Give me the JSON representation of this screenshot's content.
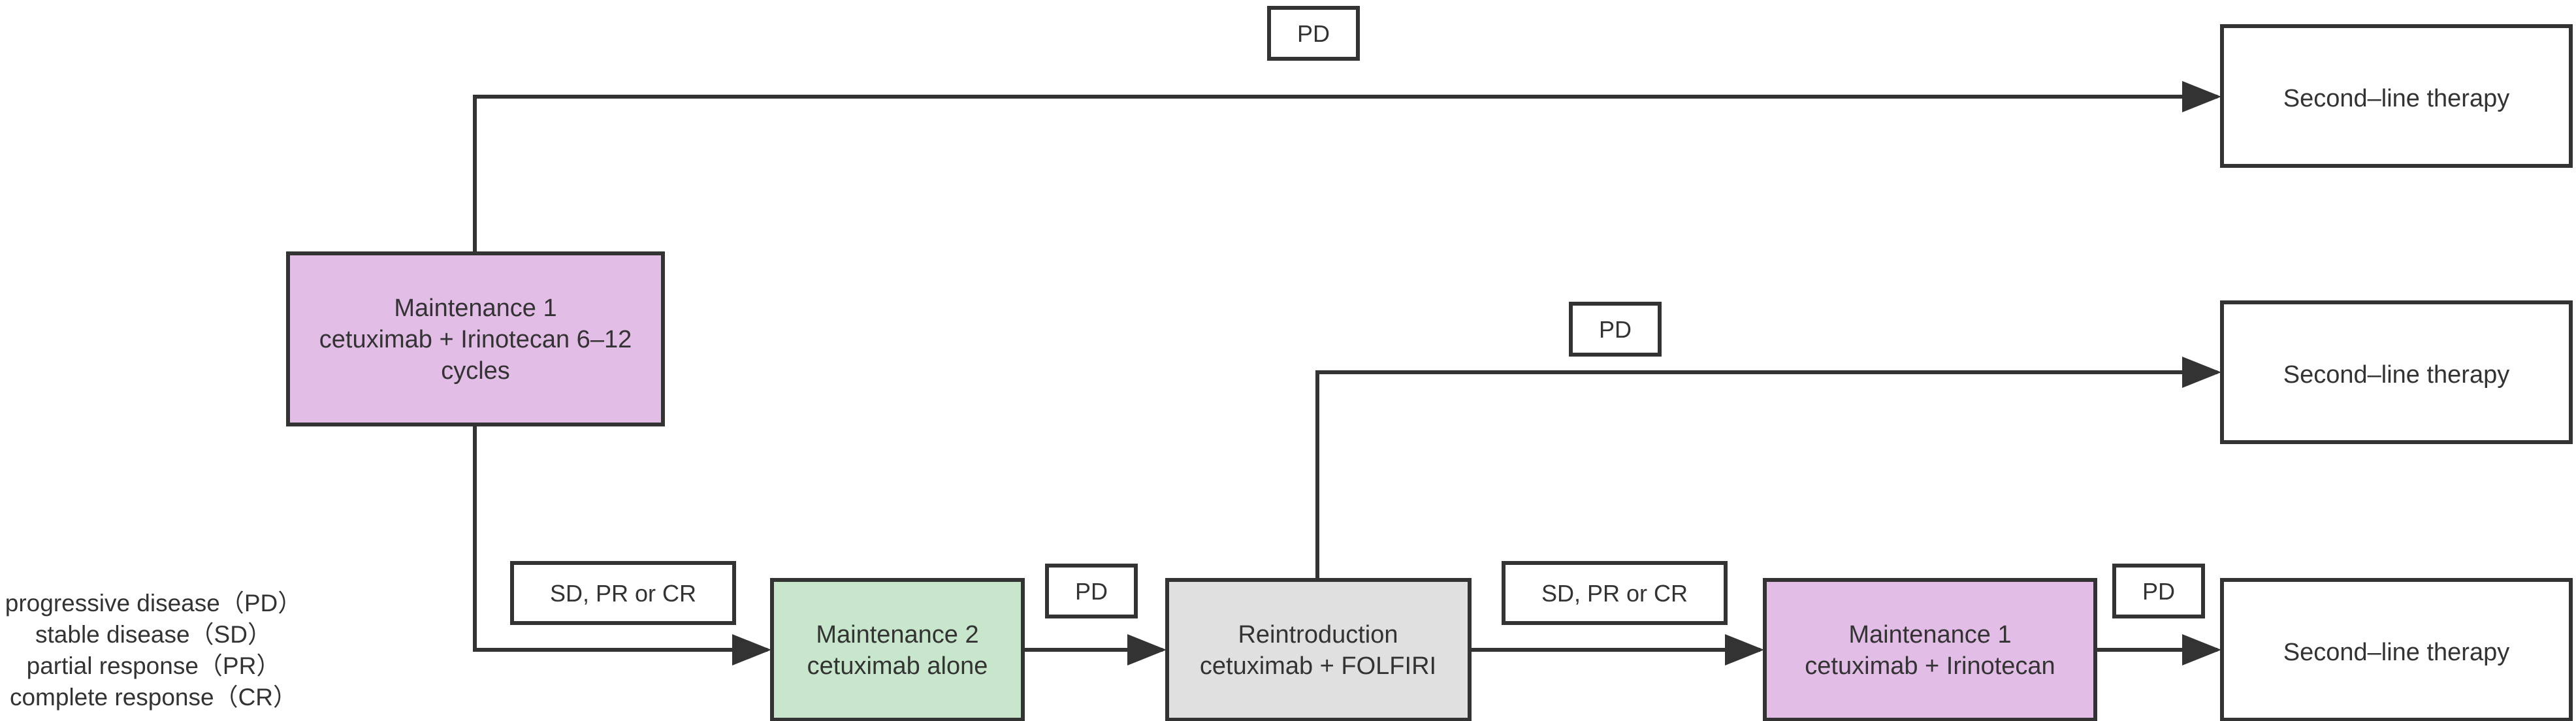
{
  "colors": {
    "stroke": "#333333",
    "maintenance1": "#e2bde6",
    "maintenance2": "#c8e6cc",
    "reintroduction": "#e0e0e0",
    "plain": "#ffffff"
  },
  "nodes": {
    "maint1_top": {
      "lines": [
        "Maintenance 1",
        "cetuximab + Irinotecan 6–12",
        "cycles"
      ]
    },
    "second_line_1": {
      "lines": [
        "Second–line therapy"
      ]
    },
    "second_line_2": {
      "lines": [
        "Second–line therapy"
      ]
    },
    "second_line_3": {
      "lines": [
        "Second–line therapy"
      ]
    },
    "maint2": {
      "lines": [
        "Maintenance 2",
        "cetuximab alone"
      ]
    },
    "reintro": {
      "lines": [
        "Reintroduction",
        "cetuximab + FOLFIRI"
      ]
    },
    "maint1_bottom": {
      "lines": [
        "Maintenance 1",
        "cetuximab + Irinotecan"
      ]
    }
  },
  "edge_labels": {
    "pd_top": "PD",
    "pd_mid": "PD",
    "sd_pr_cr_1": "SD, PR or CR",
    "pd_maint2": "PD",
    "sd_pr_cr_2": "SD, PR or CR",
    "pd_maint1": "PD"
  },
  "legend": [
    "progressive disease（PD）",
    "stable disease（SD）",
    "partial response（PR）",
    "complete response（CR）"
  ]
}
